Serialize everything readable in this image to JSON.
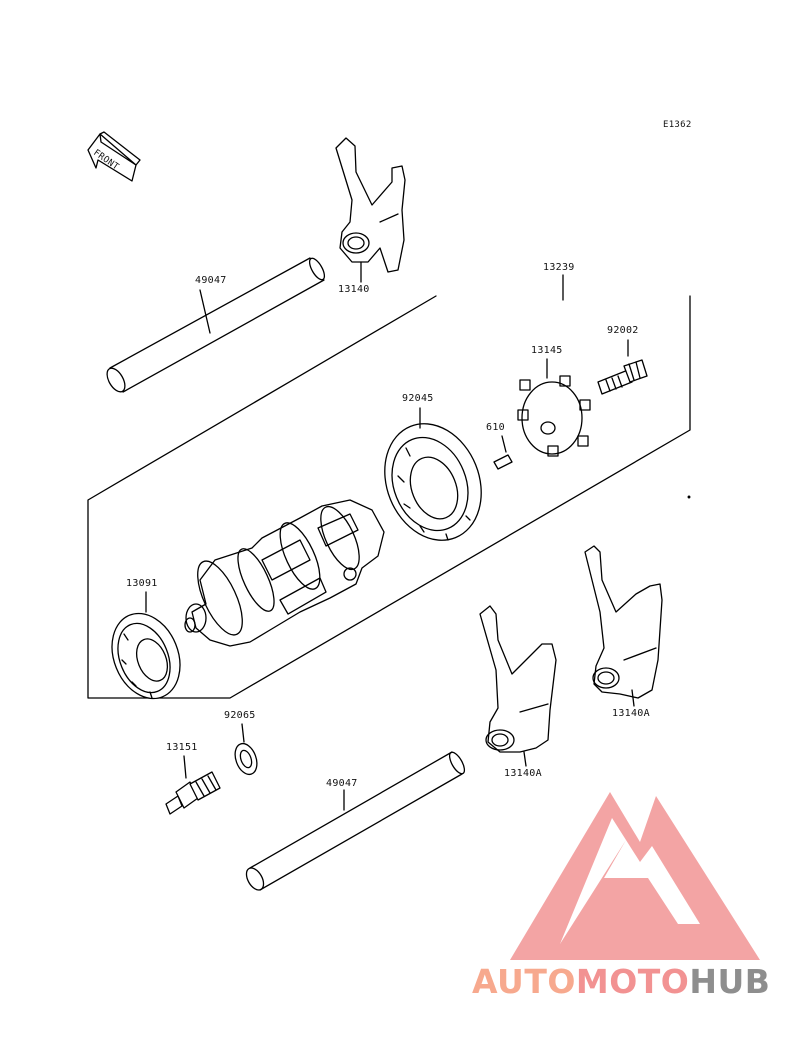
{
  "diagram": {
    "code": "E1362",
    "front_label": "FRONT",
    "parts": {
      "shaft_top": "49047",
      "fork_top": "13140",
      "drum_assembly": "13239",
      "bolt": "92002",
      "pin_holder": "13145",
      "bearing": "92045",
      "pin": "610",
      "bearing_small": "13091",
      "washer": "92065",
      "switch": "13151",
      "shaft_bottom": "49047",
      "fork_mid": "13140A",
      "fork_right": "13140A"
    }
  },
  "watermark": {
    "part1": "AUTO",
    "part2": "MOTO",
    "part3": "HUB",
    "colors": {
      "auto": "#f7a98e",
      "moto": "#f29292",
      "hub": "#8e8e8e",
      "mark": "#f29a9a"
    }
  }
}
